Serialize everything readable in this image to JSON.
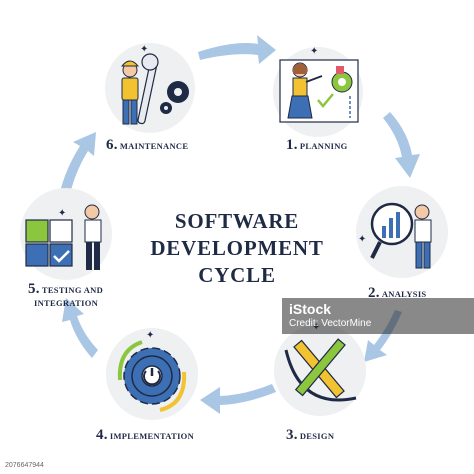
{
  "title": {
    "line1": "SOFTWARE",
    "line2": "DEVELOPMENT",
    "line3": "CYCLE"
  },
  "stages": [
    {
      "num": "1.",
      "label": "Planning"
    },
    {
      "num": "2.",
      "label": "Analysis"
    },
    {
      "num": "3.",
      "label": "Design"
    },
    {
      "num": "4.",
      "label": "Implementation"
    },
    {
      "num": "5.",
      "label": "Testing and",
      "label2": "Integration"
    },
    {
      "num": "6.",
      "label": "Maintenance"
    }
  ],
  "watermark": {
    "brand": "iStock",
    "credit": "Credit: VectorMine"
  },
  "image_id": "2076647944",
  "colors": {
    "text": "#1f2a44",
    "arrow": "#a9c6e4",
    "circle": "#eef0f2",
    "accent_yellow": "#f2c230",
    "accent_blue": "#3d6fb4",
    "accent_green": "#8cc63f"
  }
}
